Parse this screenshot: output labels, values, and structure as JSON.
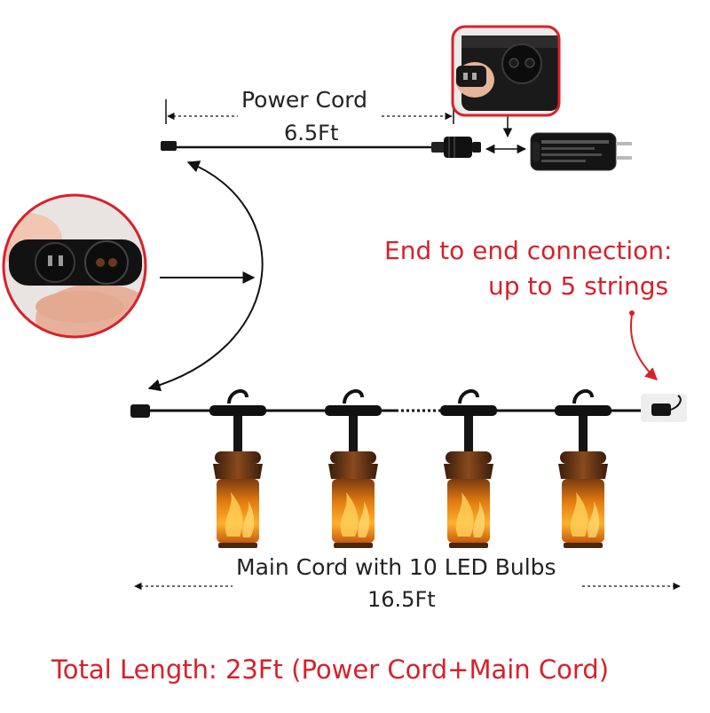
{
  "power_cord": {
    "label": "Power Cord",
    "length": "6.5Ft"
  },
  "connection_note": {
    "line1": "End to end connection:",
    "line2": "up to 5 strings"
  },
  "main_cord": {
    "label": "Main Cord with 10  LED Bulbs",
    "length": "16.5Ft"
  },
  "total_length": "Total Length: 23Ft (Power Cord+Main Cord)",
  "colors": {
    "accent": "#d9202a",
    "cable": "#111111",
    "flame": "#f29a1c",
    "lamp_cap": "#5a2f14"
  },
  "icons": [
    "power-adapter-icon",
    "connector-closeup-photo",
    "led-flame-bulb-icon",
    "double-arrow-icon"
  ]
}
